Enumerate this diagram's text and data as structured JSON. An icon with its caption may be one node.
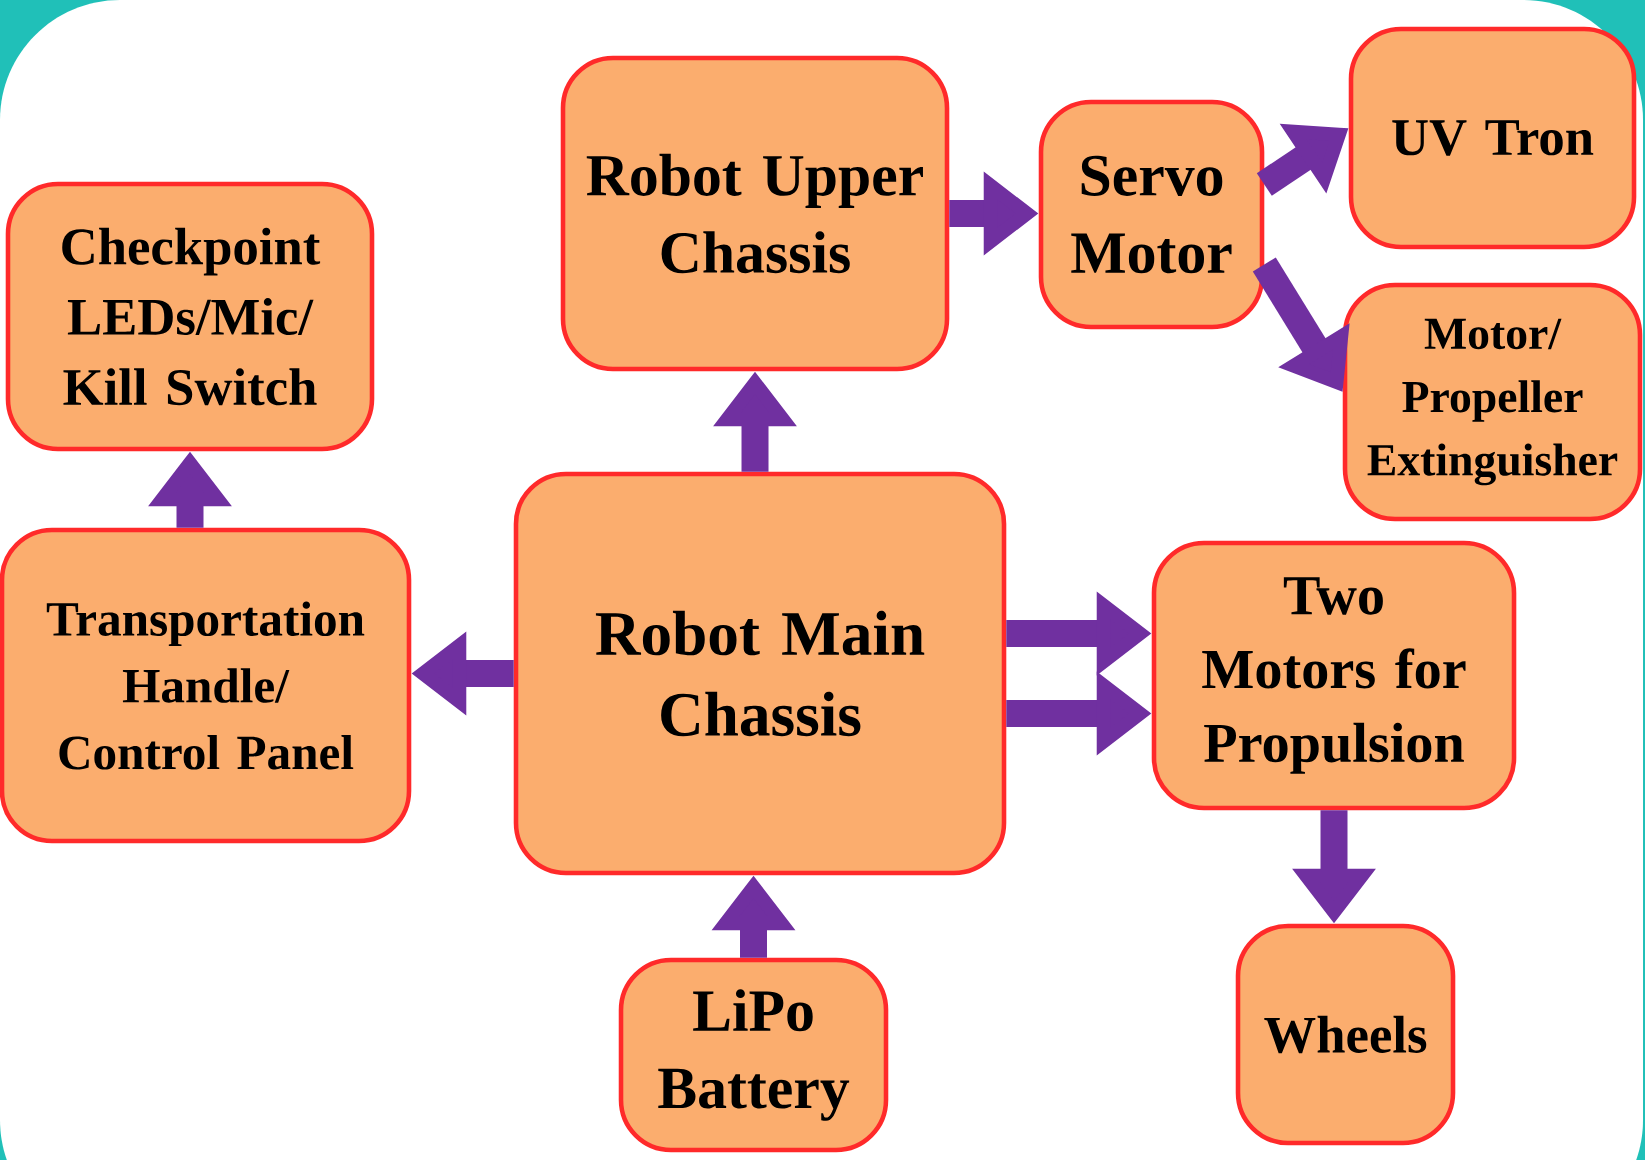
{
  "diagram": {
    "nodes": [
      {
        "text": [
          "Checkpoint LEDs/Mic/ Kill Switch"
        ]
      },
      {
        "text": [
          "Robot Upper Chassis"
        ]
      },
      {
        "text": [
          "Servo Motor"
        ]
      },
      {
        "text": [
          "UV Tron"
        ]
      },
      {
        "text": [
          "Motor/ Propeller Extinguisher"
        ]
      },
      {
        "text": [
          "Transportation Handle/ Control Panel"
        ]
      },
      {
        "text": [
          "Robot Main Chassis"
        ]
      },
      {
        "text": [
          "Two Motors for Propulsion"
        ]
      },
      {
        "text": [
          "LiPo Battery"
        ]
      },
      {
        "text": [
          "Wheels"
        ]
      }
    ],
    "edges": [
      {
        "from": 6,
        "to": 1,
        "arrow": "to"
      },
      {
        "from": 1,
        "to": 2,
        "arrow": "to"
      },
      {
        "from": 2,
        "to": 3,
        "arrow": "to"
      },
      {
        "from": 2,
        "to": 4,
        "arrow": "to"
      },
      {
        "from": 6,
        "to": 5,
        "arrow": "to"
      },
      {
        "from": 5,
        "to": 0,
        "arrow": "to"
      },
      {
        "from": 6,
        "to": 7,
        "arrow": "to"
      },
      {
        "from": 6,
        "to": 7,
        "arrow": "to"
      },
      {
        "from": 8,
        "to": 6,
        "arrow": "to"
      },
      {
        "from": 7,
        "to": 9,
        "arrow": "to"
      }
    ]
  }
}
